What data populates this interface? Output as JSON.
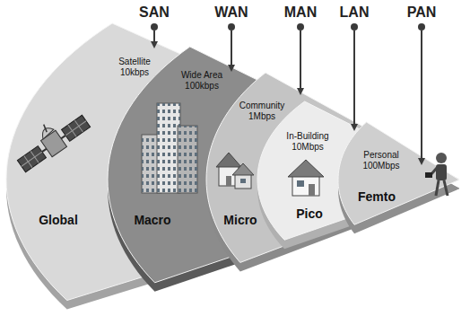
{
  "diagram": {
    "nodes": [
      {
        "text": [
          "Satellite 10kbps",
          "Global"
        ]
      },
      {
        "text": [
          "Wide Area 100kbps",
          "Macro"
        ],
        "in": 0
      },
      {
        "text": [
          "Community 1Mbps",
          "Micro"
        ],
        "in": 1
      },
      {
        "text": [
          "In-Building 10Mbps",
          "Pico"
        ],
        "in": 2
      },
      {
        "text": [
          "Personal 100Mbps",
          "Femto"
        ],
        "in": 3
      }
    ],
    "labels": [
      "SAN",
      "WAN",
      "MAN",
      "LAN",
      "PAN"
    ]
  }
}
